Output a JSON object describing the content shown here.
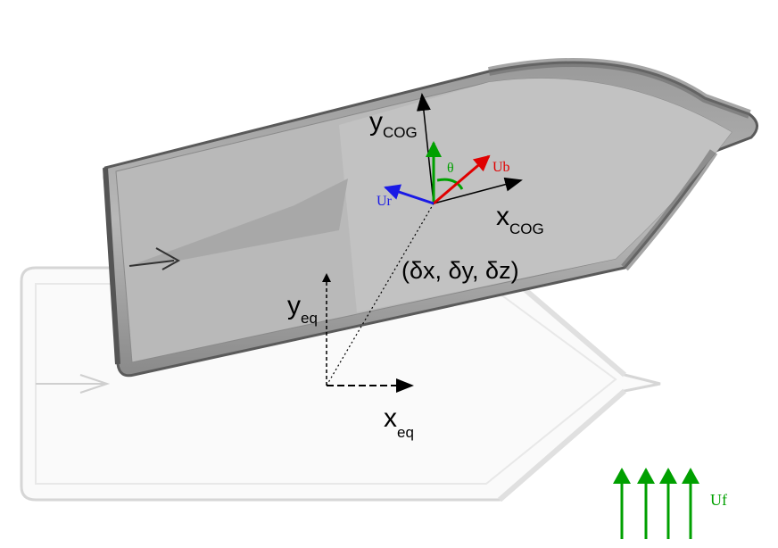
{
  "labels": {
    "y_cog_main": "y",
    "y_cog_sub": "COG",
    "x_cog_main": "x",
    "x_cog_sub": "COG",
    "y_eq_main": "y",
    "y_eq_sub": "eq",
    "x_eq_main": "x",
    "x_eq_sub": "eq",
    "theta": "θ",
    "ub": "Ub",
    "ur": "Ur",
    "uf": "Uf",
    "displacement": "(δx, δy, δz)"
  },
  "colors": {
    "body_dark": "#8c8c8c",
    "body_light": "#bdbdbd",
    "ghost_outline": "#d9d9d9",
    "axis": "#000000",
    "theta_green": "#00a000",
    "ub_red": "#e00000",
    "ur_blue": "#1a1ae6",
    "uf_green": "#00a000"
  }
}
